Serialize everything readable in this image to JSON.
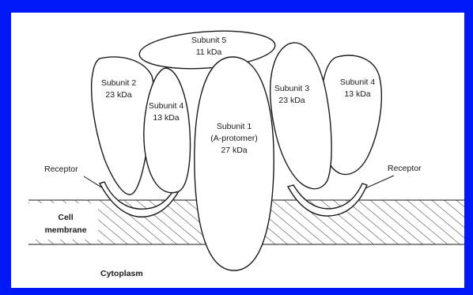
{
  "diagram": {
    "subunits": [
      {
        "id": "s5",
        "name": "Subunit 5",
        "mass": "11 kDa"
      },
      {
        "id": "s2",
        "name": "Subunit 2",
        "mass": "23 kDa"
      },
      {
        "id": "s4_left",
        "name": "Subunit 4",
        "mass": "13 kDa"
      },
      {
        "id": "s1",
        "name": "Subunit 1",
        "subtitle": "(A-protomer)",
        "mass": "27 kDa"
      },
      {
        "id": "s3",
        "name": "Subunit 3",
        "mass": "23 kDa"
      },
      {
        "id": "s4_right",
        "name": "Subunit 4",
        "mass": "13 kDa"
      }
    ],
    "receptor_left": "Receptor",
    "receptor_right": "Receptor",
    "membrane_label_line1": "Cell",
    "membrane_label_line2": "membrane",
    "cytoplasm_label": "Cytoplasm"
  },
  "colors": {
    "frame": "#0018f5",
    "background": "#ffffff",
    "ink": "#1a1a1a"
  }
}
